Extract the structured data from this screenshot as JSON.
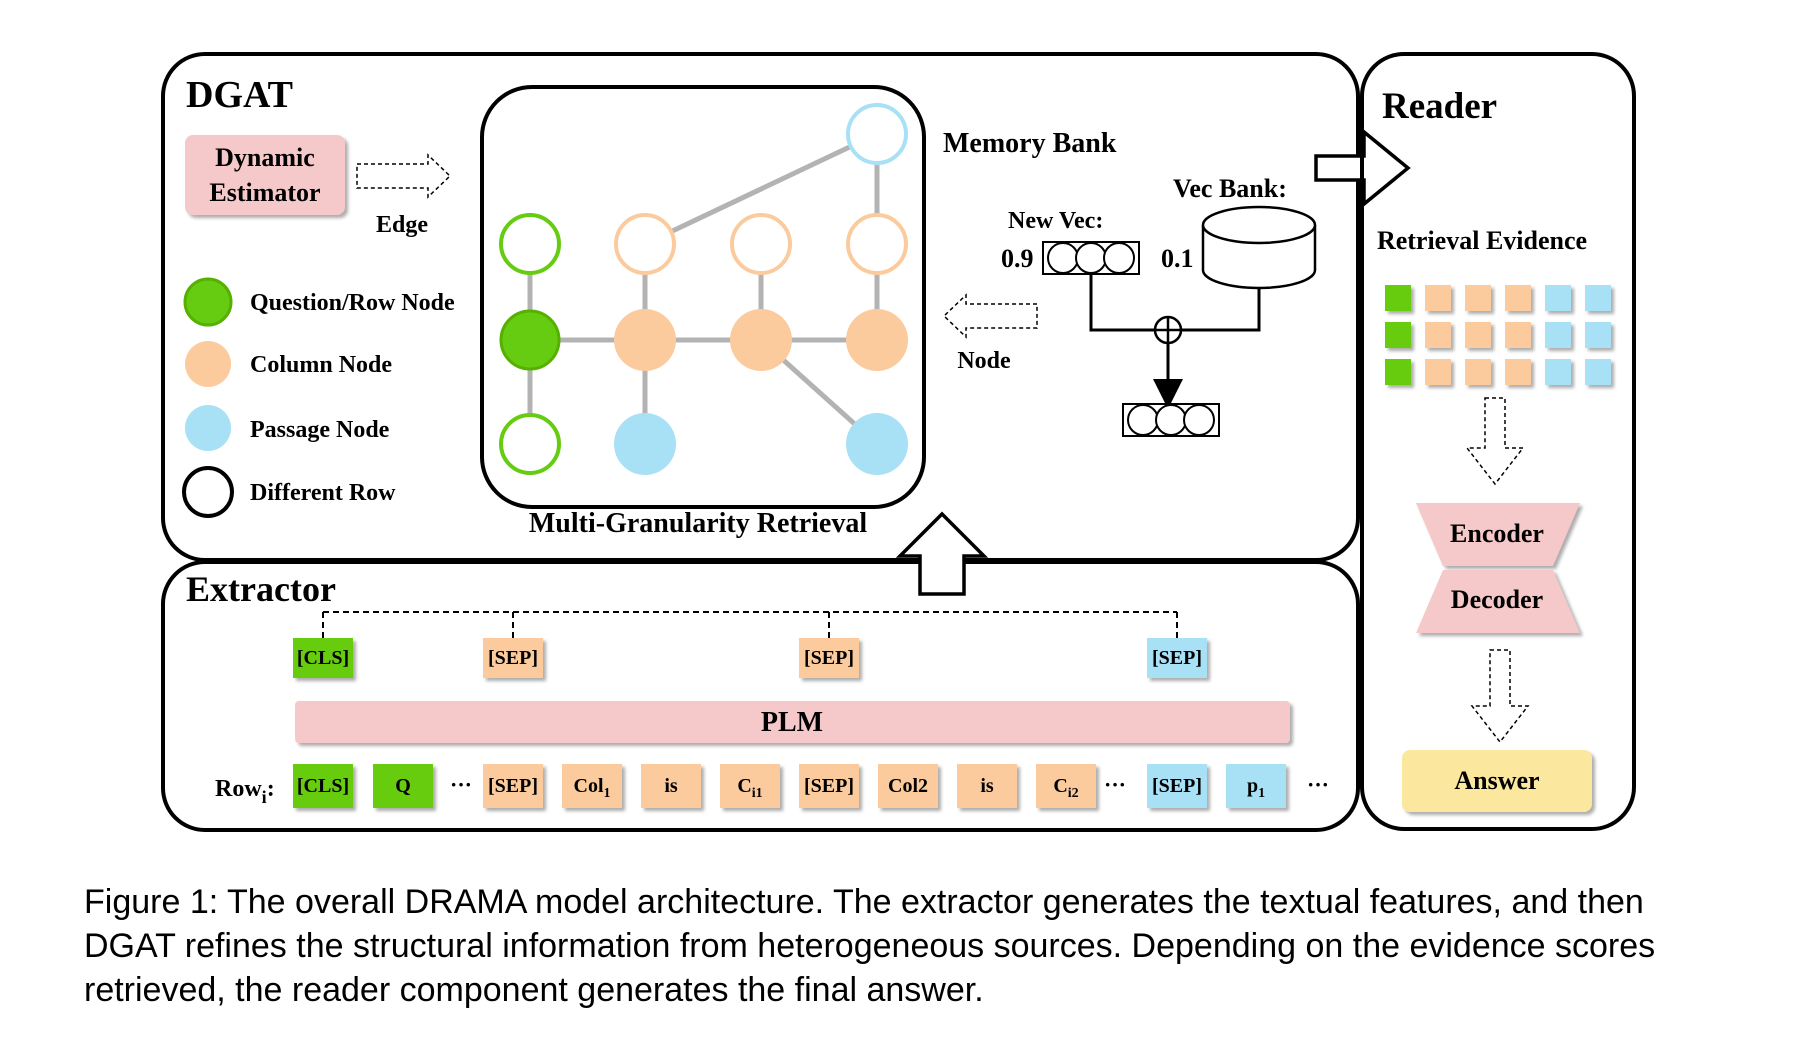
{
  "dgat": {
    "title": "DGAT",
    "dynamic_estimator": [
      "Dynamic",
      "Estimator"
    ],
    "edge_label": "Edge",
    "node_label": "Node",
    "memory_bank": "Memory Bank",
    "vec_bank": "Vec Bank:",
    "new_vec": "New Vec:",
    "new_vec_weight": "0.9",
    "vec_bank_weight": "0.1",
    "graph_title": "Multi-Granularity Retrieval",
    "legend": [
      {
        "label": "Question/Row Node",
        "fill": "#66cc11",
        "stroke": "#55b000"
      },
      {
        "label": "Column Node",
        "fill": "#fbcb9e",
        "stroke": "#fbcb9e"
      },
      {
        "label": "Passage Node",
        "fill": "#a8e0f5",
        "stroke": "#a8e0f5"
      },
      {
        "label": "Different Row",
        "fill": "#ffffff",
        "stroke": "#000000"
      }
    ]
  },
  "reader": {
    "title": "Reader",
    "retrieval_evidence": "Retrieval Evidence",
    "encoder": "Encoder",
    "decoder": "Decoder",
    "answer": "Answer"
  },
  "extractor": {
    "title": "Extractor",
    "plm": "PLM",
    "top_tokens": [
      "[CLS]",
      "[SEP]",
      "[SEP]",
      "[SEP]"
    ],
    "row_label": "Row",
    "row_label_sub": "i",
    "row_label_suffix": ":",
    "ellipsis": "···",
    "row_tokens": [
      {
        "text": "[CLS]",
        "sub": "",
        "kind": "green"
      },
      {
        "text": "Q",
        "sub": "",
        "kind": "green"
      },
      {
        "text": "[SEP]",
        "sub": "",
        "kind": "orange"
      },
      {
        "text": "Col",
        "sub": "1",
        "kind": "orange"
      },
      {
        "text": "is",
        "sub": "",
        "kind": "orange"
      },
      {
        "text": "C",
        "sub": "i1",
        "kind": "orange"
      },
      {
        "text": "[SEP]",
        "sub": "",
        "kind": "orange"
      },
      {
        "text": "Col2",
        "sub": "",
        "kind": "orange"
      },
      {
        "text": "is",
        "sub": "",
        "kind": "orange"
      },
      {
        "text": "C",
        "sub": "i2",
        "kind": "orange"
      },
      {
        "text": "[SEP]",
        "sub": "",
        "kind": "blue"
      },
      {
        "text": "p",
        "sub": "1",
        "kind": "blue"
      }
    ]
  },
  "colors": {
    "green": "#66cc11",
    "orange": "#fbcb9e",
    "blue": "#a8e0f5",
    "pink": "#f5c9c9",
    "yellow": "#fbe89e",
    "edge_gray": "#b3b3b3"
  },
  "caption": "Figure 1: The overall DRAMA model architecture. The extractor generates the textual features, and then DGAT refines the structural information from heterogeneous sources. Depending on the evidence scores retrieved, the reader component generates the final answer."
}
